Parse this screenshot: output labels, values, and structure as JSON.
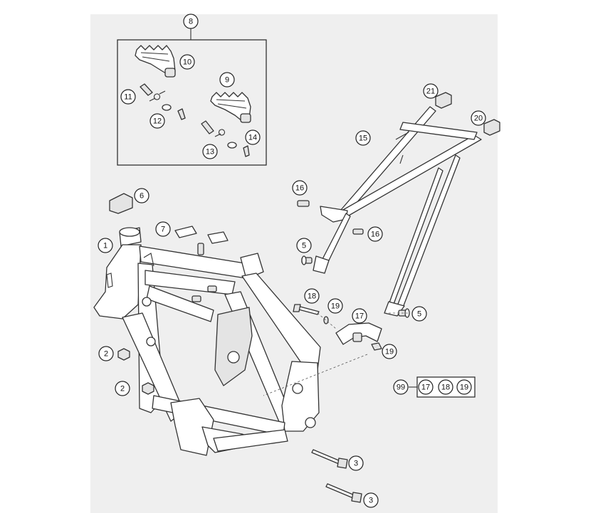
{
  "diagram": {
    "callouts": [
      {
        "id": "c8",
        "label": "8"
      },
      {
        "id": "c10",
        "label": "10"
      },
      {
        "id": "c9",
        "label": "9"
      },
      {
        "id": "c11",
        "label": "11"
      },
      {
        "id": "c12",
        "label": "12"
      },
      {
        "id": "c13",
        "label": "13"
      },
      {
        "id": "c14",
        "label": "14"
      },
      {
        "id": "c21",
        "label": "21"
      },
      {
        "id": "c20",
        "label": "20"
      },
      {
        "id": "c15",
        "label": "15"
      },
      {
        "id": "c6",
        "label": "6"
      },
      {
        "id": "c16a",
        "label": "16"
      },
      {
        "id": "c7",
        "label": "7"
      },
      {
        "id": "c16b",
        "label": "16"
      },
      {
        "id": "c1",
        "label": "1"
      },
      {
        "id": "c5a",
        "label": "5"
      },
      {
        "id": "c18",
        "label": "18"
      },
      {
        "id": "c19a",
        "label": "19"
      },
      {
        "id": "c17",
        "label": "17"
      },
      {
        "id": "c5b",
        "label": "5"
      },
      {
        "id": "c19b",
        "label": "19"
      },
      {
        "id": "c2a",
        "label": "2"
      },
      {
        "id": "c2b",
        "label": "2"
      },
      {
        "id": "c3a",
        "label": "3"
      },
      {
        "id": "c3b",
        "label": "3"
      }
    ],
    "kit": {
      "label": "99",
      "items": [
        {
          "label": "17"
        },
        {
          "label": "18"
        },
        {
          "label": "19"
        }
      ]
    }
  }
}
